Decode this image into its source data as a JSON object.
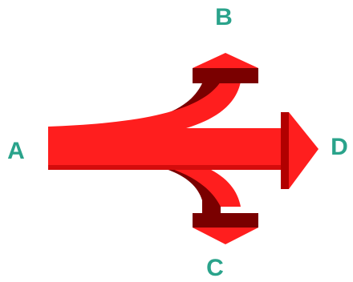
{
  "labels": {
    "a": "A",
    "b": "B",
    "c": "C",
    "d": "D"
  },
  "colors": {
    "arrow_fill": "#ff1e1e",
    "arrow_shadow": "#7a0000",
    "arrow_dark": "#b10000",
    "label_color": "#2aa38b"
  }
}
